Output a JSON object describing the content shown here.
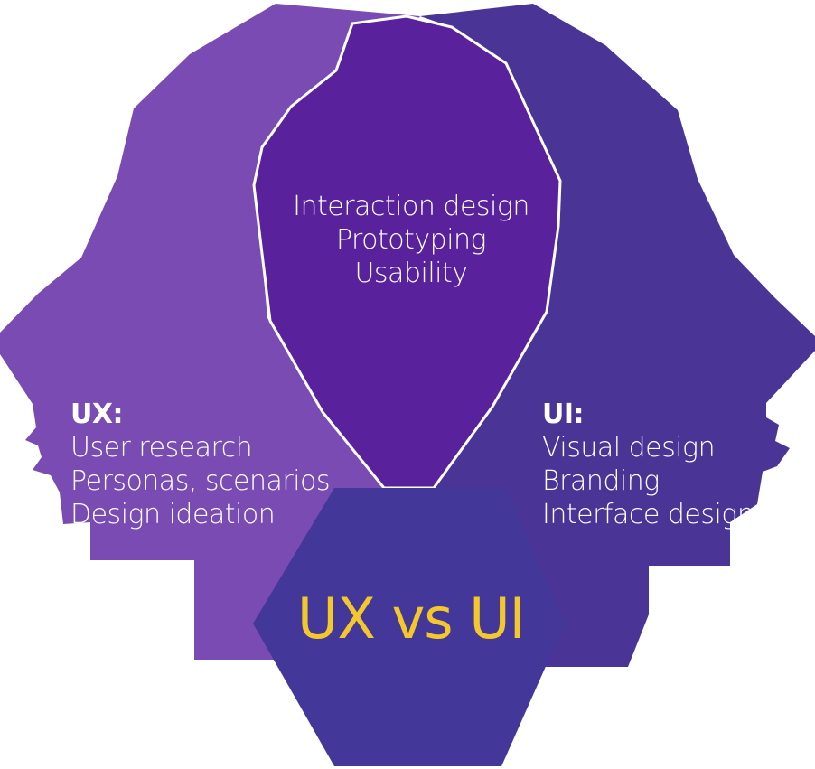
{
  "title": "UX vs UI",
  "overlap": {
    "items": [
      "Interaction design",
      "Prototyping",
      "Usability"
    ]
  },
  "ux": {
    "heading": "UX:",
    "items": [
      "User research",
      "Personas, scenarios",
      "Design ideation"
    ]
  },
  "ui": {
    "heading": "UI:",
    "items": [
      "Visual design",
      "Branding",
      "Interface design"
    ]
  },
  "colors": {
    "ux_head": "#7a4bb2",
    "ui_head": "#4a3496",
    "overlap": "#5a219c",
    "center_hexagon": "#43389a",
    "title": "#f4c82b",
    "text": "#ffffff",
    "outline": "#ffffff"
  }
}
